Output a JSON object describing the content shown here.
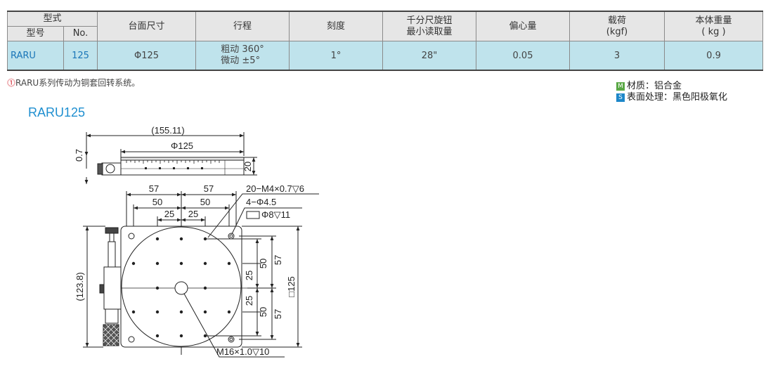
{
  "table": {
    "header": {
      "type": "型式",
      "model": "型号",
      "no": "No.",
      "size": "台面尺寸",
      "travel": "行程",
      "scale": "刻度",
      "knob_line1": "千分尺旋钮",
      "knob_line2": "最小读取量",
      "eccentric": "偏心量",
      "load_line1": "载荷",
      "load_line2": "(kgf)",
      "weight_line1": "本体重量",
      "weight_line2": "( kg )"
    },
    "row": {
      "model": "RARU",
      "no": "125",
      "size": "Φ125",
      "travel_coarse": "粗动  360°",
      "travel_fine": "微动  ±5°",
      "scale": "1°",
      "knob": "28\"",
      "eccentric": "0.05",
      "load": "3",
      "weight": "0.9"
    }
  },
  "note": {
    "icon": "!",
    "text": "RARU系列传动为铜套回转系统。"
  },
  "material": {
    "m_badge": "M",
    "m_text": "材质：铝合金",
    "s_badge": "S",
    "s_text": "表面处理：黑色阳极氧化"
  },
  "drawing": {
    "title": "RARU125",
    "dims": {
      "overall": "(155.11)",
      "diameter": "Φ125",
      "offset": "0.7",
      "height": "20",
      "h57_left": "57",
      "h57_right": "57",
      "h50_left": "50",
      "h50_right": "50",
      "h25_left": "25",
      "h25_right": "25",
      "tap": "20−M4×0.7▽6",
      "hole": "4−Φ4.5",
      "cbore": "Φ8▽11",
      "v50_top": "50",
      "v57_top": "57",
      "v25_top": "25",
      "v25_bot": "25",
      "v50_bot": "50",
      "v57_bot": "57",
      "square": "□125",
      "overall_v": "(123.8)",
      "center": "M16×1.0▽10"
    }
  }
}
